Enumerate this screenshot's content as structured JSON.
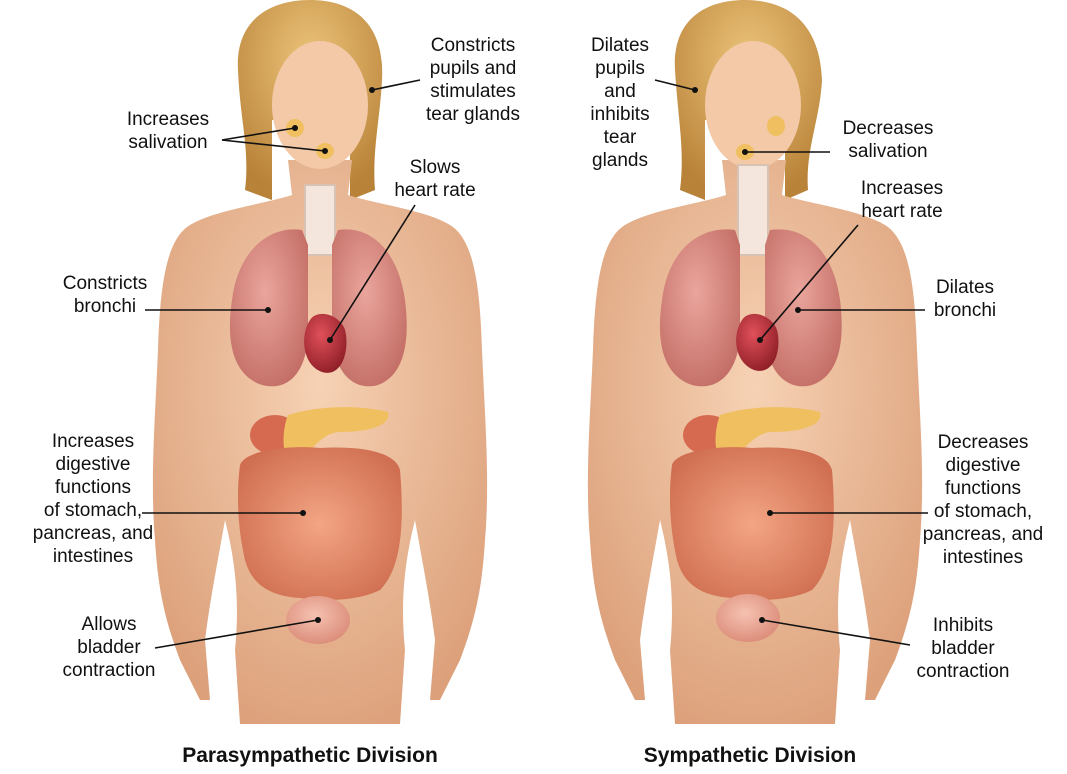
{
  "parasympathetic": {
    "caption": "Parasympathetic Division",
    "labels": {
      "pupils": "Constricts\npupils and\nstimulates\ntear glands",
      "salivation": "Increases\nsalivation",
      "heart": "Slows\nheart rate",
      "bronchi": "Constricts\nbronchi",
      "digestion": "Increases\ndigestive\nfunctions\nof stomach,\npancreas, and\nintestines",
      "bladder": "Allows\nbladder\ncontraction"
    }
  },
  "sympathetic": {
    "caption": "Sympathetic Division",
    "labels": {
      "pupils": "Dilates\npupils\nand\ninhibits\ntear\nglands",
      "salivation": "Decreases\nsalivation",
      "heart": "Increases\nheart rate",
      "bronchi": "Dilates\nbronchi",
      "digestion": "Decreases\ndigestive\nfunctions\nof stomach,\npancreas, and\nintestines",
      "bladder": "Inhibits\nbladder\ncontraction"
    }
  },
  "colors": {
    "skin": "#f2c3a0",
    "skin_shadow": "#dca07a",
    "hair": "#d9a857",
    "lung": "#d88a80",
    "heart": "#b8323a",
    "intestine": "#e58a6a",
    "stomach": "#d66a50",
    "pancreas": "#f0c060",
    "bladder": "#e8a090",
    "trachea": "#f4e6dc"
  }
}
